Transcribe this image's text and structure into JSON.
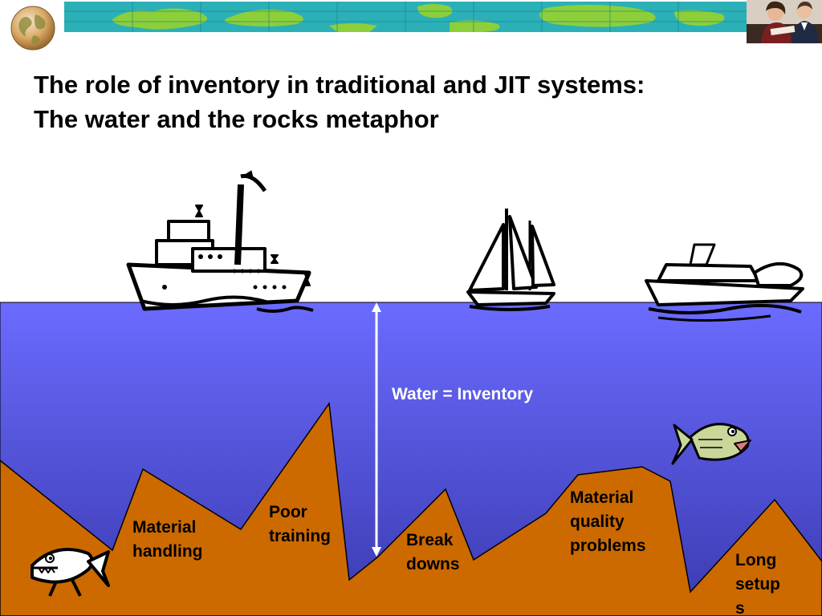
{
  "slide": {
    "title_line1": "The role of inventory in traditional and JIT systems:",
    "title_line2": "The water and the rocks metaphor",
    "water_label": "Water = Inventory",
    "rocks": [
      {
        "label": "Material\nhandling"
      },
      {
        "label": "Poor\ntraining"
      },
      {
        "label": "Break\ndowns"
      },
      {
        "label": "Material\nquality\nproblems"
      },
      {
        "label": "Long\nsetup\ns"
      }
    ]
  },
  "colors": {
    "water_top": "#6b6bff",
    "water_bottom": "#3a3ab0",
    "rock": "#cc6a00",
    "banner_sea": "#2bb0b8",
    "banner_land": "#8ccf3a"
  },
  "icons": [
    "globe-icon",
    "world-map-banner",
    "people-clipart",
    "steamship-icon",
    "sailboat-icon",
    "yacht-icon",
    "piranha-fish-icon",
    "green-fish-icon",
    "double-arrow-icon"
  ]
}
